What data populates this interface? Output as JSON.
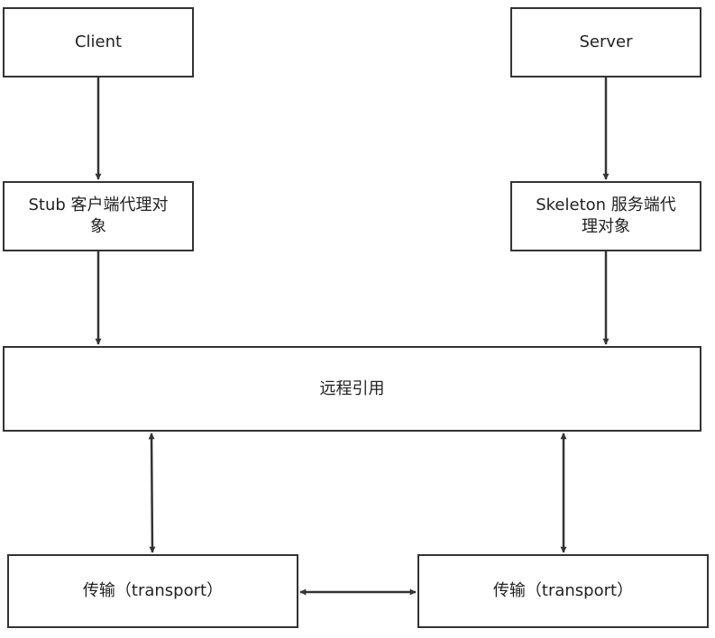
{
  "nodes": {
    "client": "Client",
    "server": "Server",
    "stub": "Stub 客户端代理对\n象",
    "skeleton": "Skeleton 服务端代\n理对象",
    "remote_ref": "远程引用",
    "transport_left": "传输（transport）",
    "transport_right": "传输（transport）"
  },
  "colors": {
    "stroke": "#333333",
    "background": "#ffffff"
  }
}
